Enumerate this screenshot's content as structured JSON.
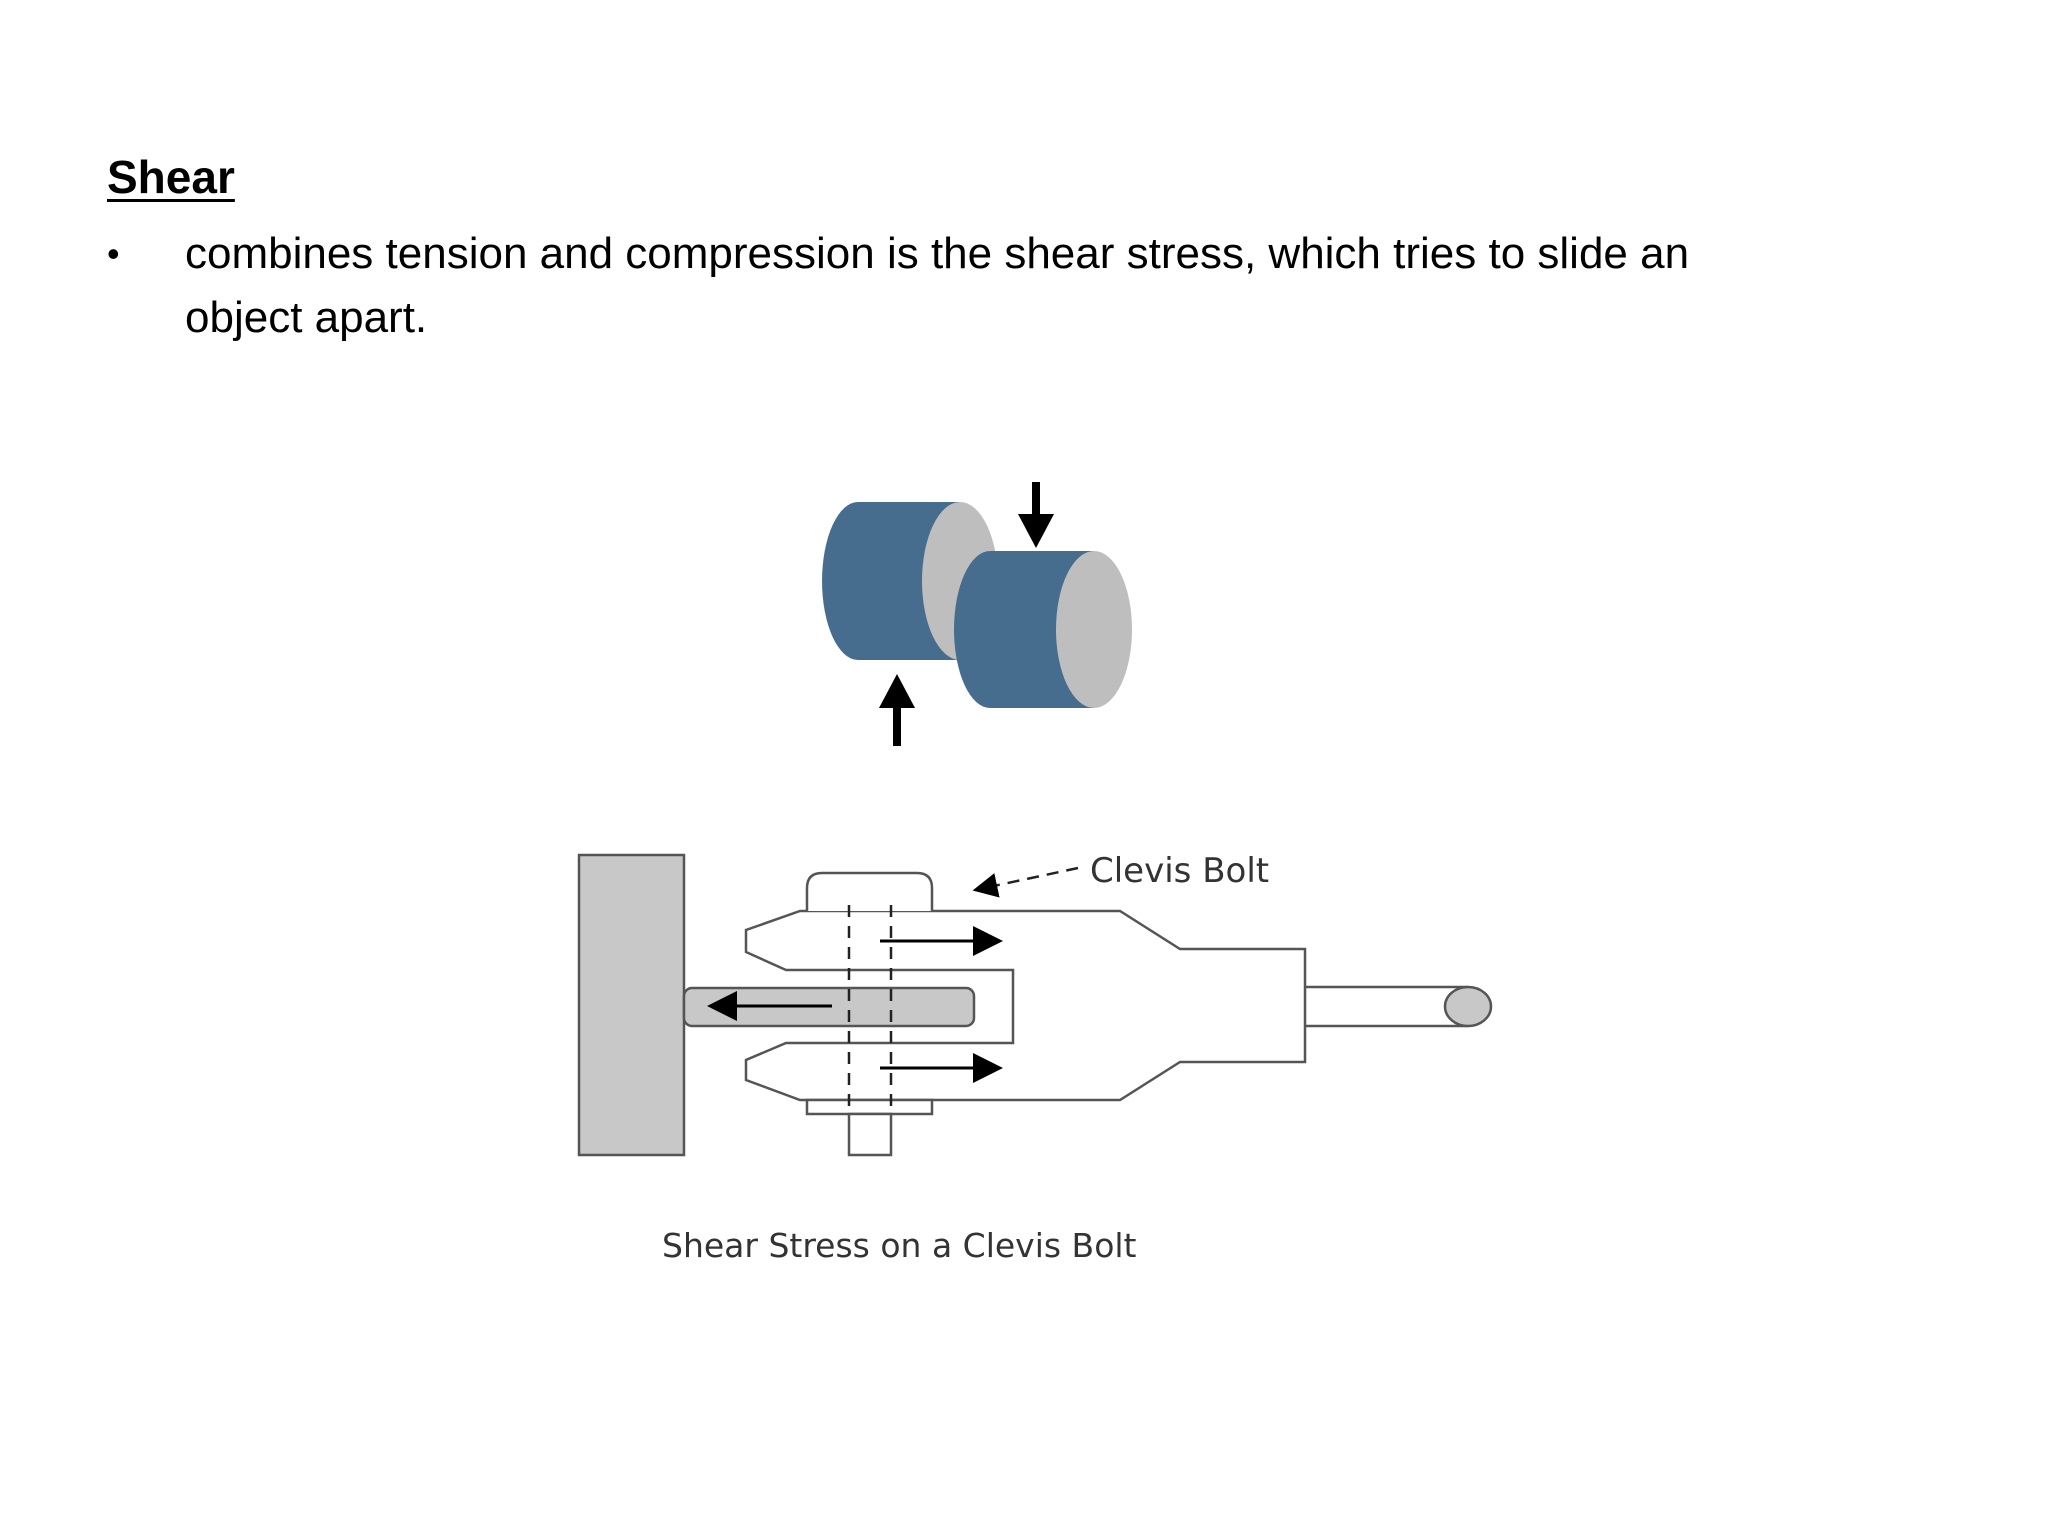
{
  "slide": {
    "title": "Shear",
    "bullets": [
      {
        "text": "combines tension and compression is the shear stress, which tries to slide an object apart."
      }
    ]
  },
  "diagram": {
    "bolt_label": "Clevis Bolt",
    "caption": "Shear Stress on a Clevis Bolt"
  },
  "colors": {
    "cylinder_body": "#466D8E",
    "cylinder_face": "#BEBEBF",
    "fixed_wall": "#C8C8C8",
    "rod_end": "#C8C8C8",
    "arrow": "#000000"
  }
}
